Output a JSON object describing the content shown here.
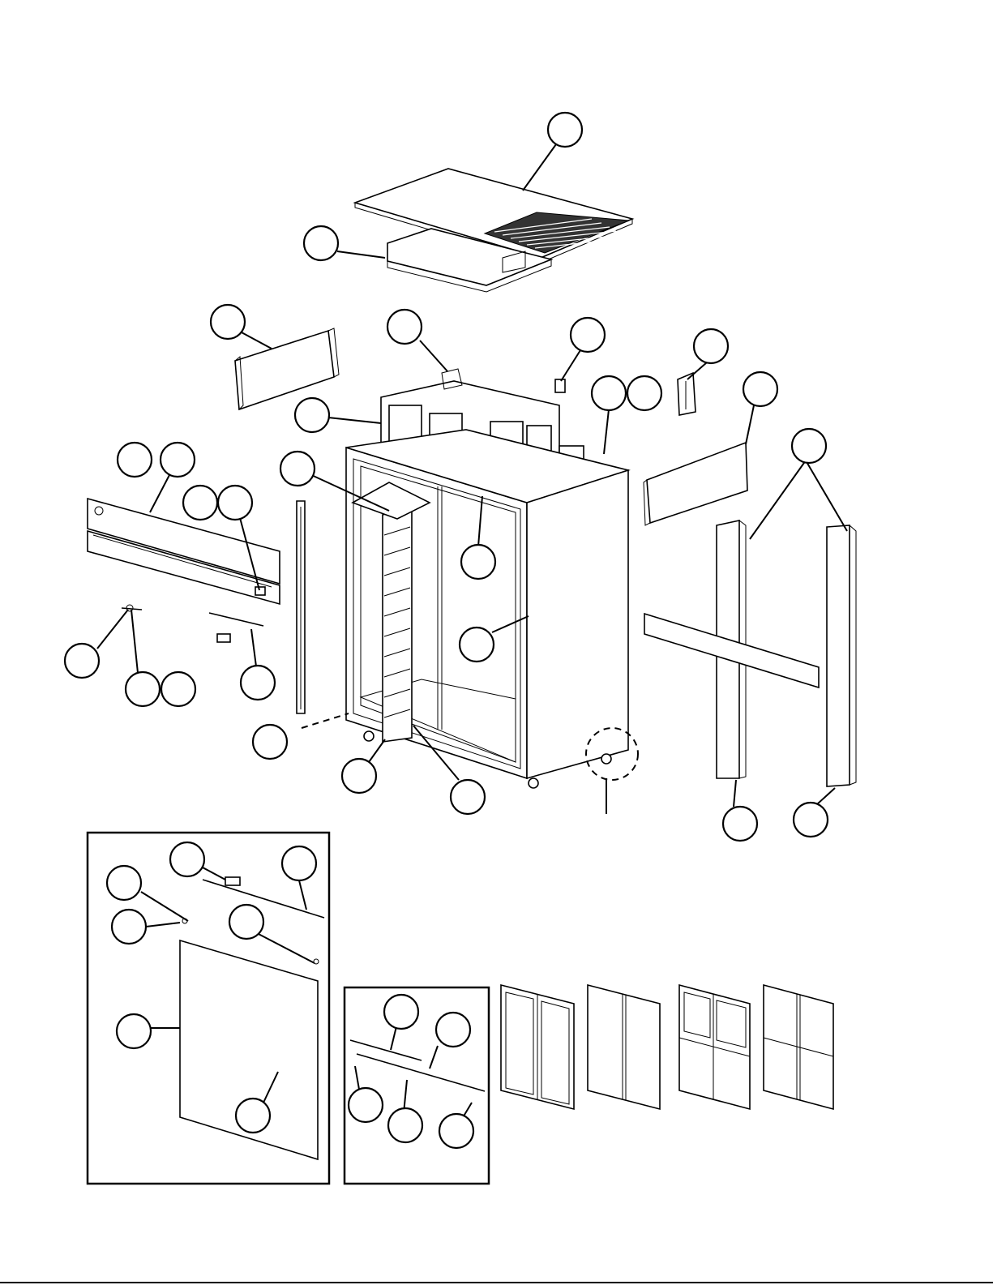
{
  "diagram": {
    "callout_count": 41,
    "colors": {
      "line": "#000000",
      "background": "#ffffff",
      "grille": "#333333"
    }
  },
  "parts": [
    "top-cover-panel",
    "top-ventilated-grille",
    "top-cover-frame",
    "rear-upper-panel",
    "refrigeration-unit",
    "control-bracket",
    "small-component-bracket",
    "right-side-upper-panel",
    "front-header-assembly",
    "left-door-hinge-rail",
    "cabinet-body",
    "center-mullion",
    "shelf-clips",
    "caster",
    "right-door-frames",
    "right-crossbar",
    "door-hardware-box",
    "door-gasket-box",
    "door-style-variant-1",
    "door-style-variant-2",
    "door-style-variant-3",
    "door-style-variant-4"
  ]
}
